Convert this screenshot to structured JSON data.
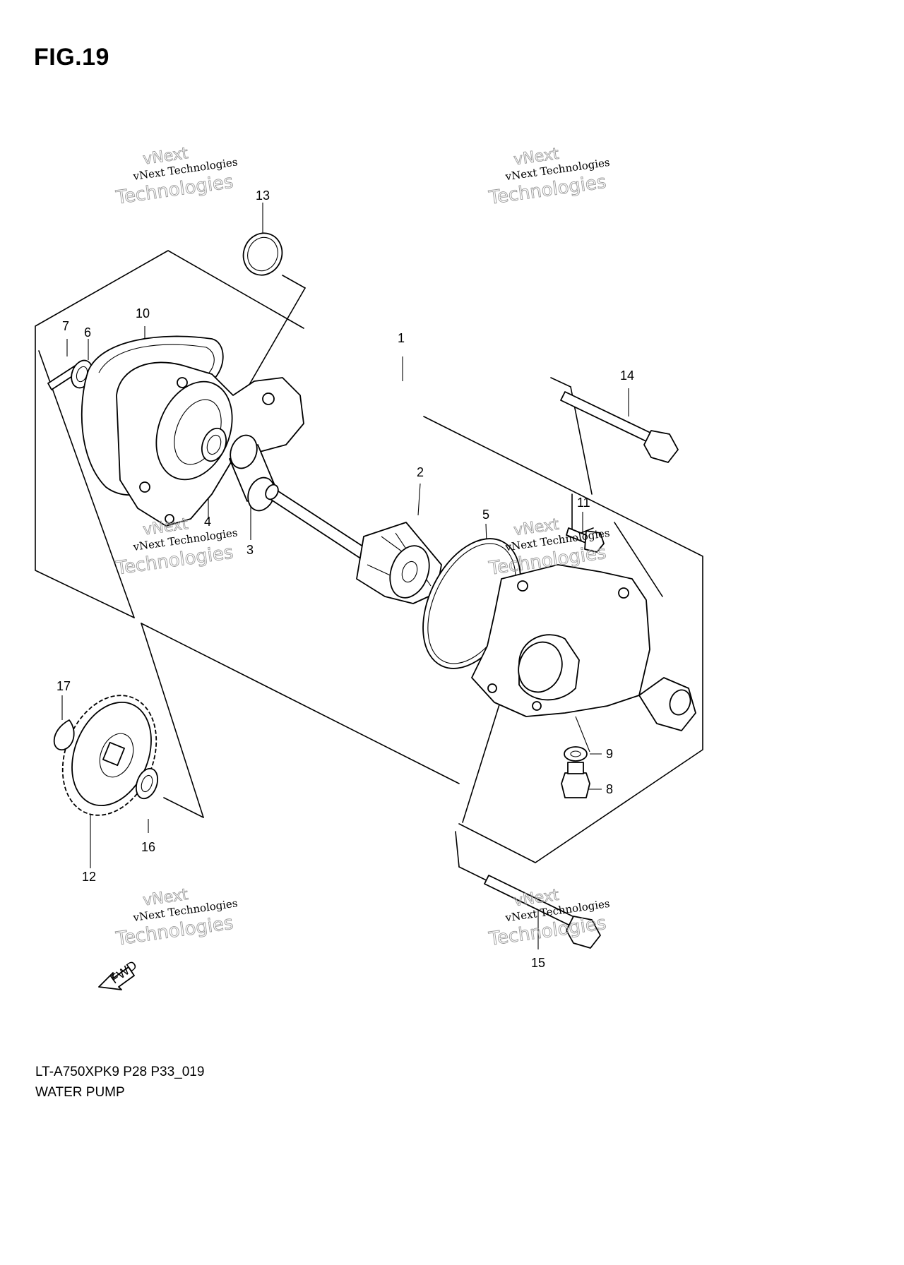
{
  "figure": {
    "title": "FIG.19",
    "code": "LT-A750XPK9 P28 P33_019",
    "name": "WATER PUMP"
  },
  "callouts": [
    "1",
    "2",
    "3",
    "4",
    "5",
    "6",
    "7",
    "8",
    "9",
    "10",
    "11",
    "12",
    "13",
    "14",
    "15",
    "16",
    "17"
  ],
  "watermark": {
    "line1": "vNext Technologies",
    "line2": "vNext",
    "line3": "Technologies"
  },
  "fwd_label": "FWD"
}
